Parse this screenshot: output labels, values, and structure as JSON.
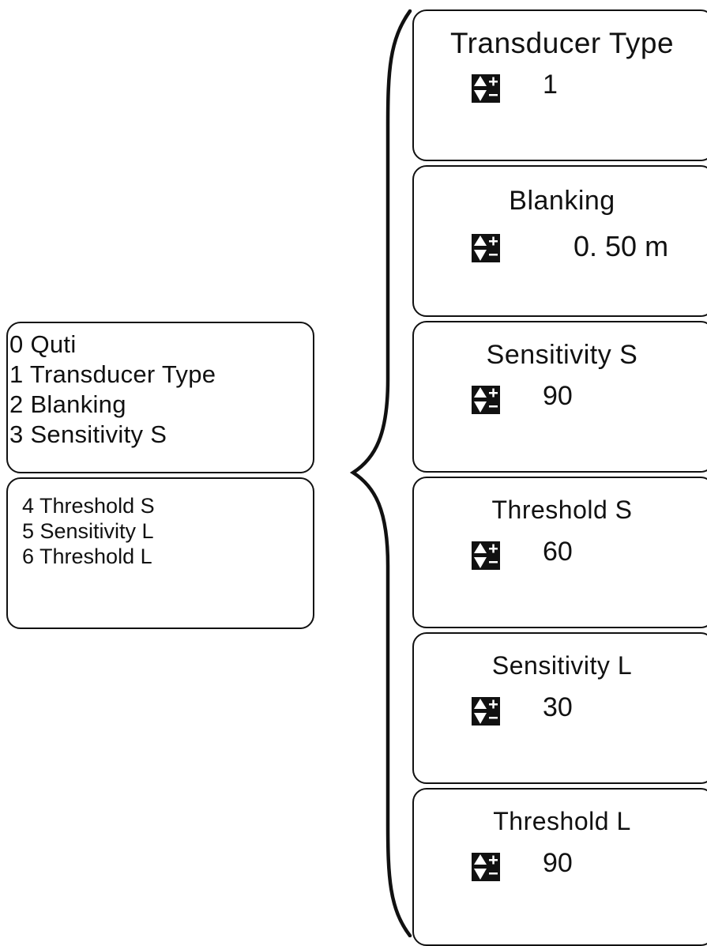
{
  "menu": {
    "group1": [
      {
        "label": "0  Quti"
      },
      {
        "label": "1  Transducer Type"
      },
      {
        "label": "2 Blanking"
      },
      {
        "label": "3 Sensitivity S"
      }
    ],
    "group2": [
      {
        "label": "4  Threshold S"
      },
      {
        "label": "5 Sensitivity L"
      },
      {
        "label": "6 Threshold L"
      }
    ]
  },
  "panels": [
    {
      "title": "Transducer Type",
      "value": "1"
    },
    {
      "title": "Blanking",
      "value": "0. 50  m"
    },
    {
      "title": "Sensitivity S",
      "value": "90"
    },
    {
      "title": "Threshold S",
      "value": "60"
    },
    {
      "title": "Sensitivity L",
      "value": "30"
    },
    {
      "title": "Threshold L",
      "value": "90"
    }
  ],
  "icons": {
    "stepper": "up-down-plus-minus-icon",
    "brace": "curly-brace"
  }
}
